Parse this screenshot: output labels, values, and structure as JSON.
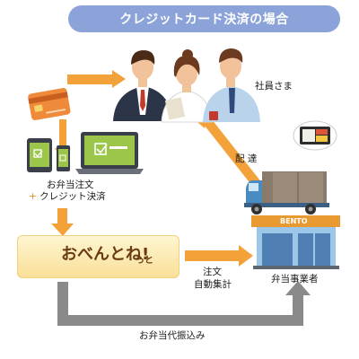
{
  "header": {
    "title": "クレジットカード決済の場合"
  },
  "labels": {
    "employees": "社員さま",
    "order_payment_line1": "お弁当注文",
    "order_payment_plus": "+",
    "order_payment_line2": "クレジット決済",
    "delivery": "配 達",
    "order_aggregation_line1": "注文",
    "order_aggregation_line2": "自動集計",
    "vendor": "弁当事業者",
    "payment_transfer": "お弁当代振込み",
    "store_sign": "BENTO"
  },
  "brand": {
    "name_main": "おべんとね!",
    "name_suffix": "っと"
  },
  "colors": {
    "header_bg": "#8ba3d9",
    "arrow_orange": "#f3a23a",
    "arrow_gray": "#8a8a8a",
    "brand_bg": "#fde9a8",
    "store_blue": "#4f7fb4"
  }
}
